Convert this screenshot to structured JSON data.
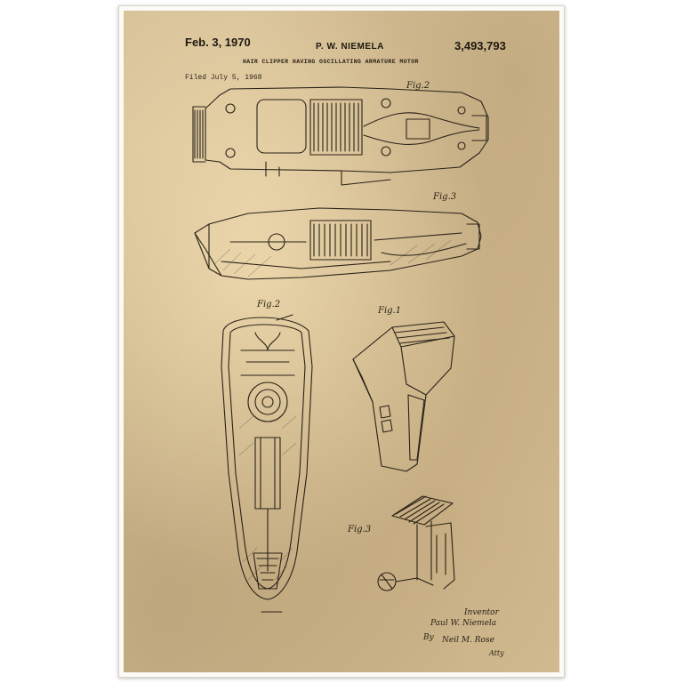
{
  "patent": {
    "date": "Feb. 3, 1970",
    "inventor": "P. W. NIEMELA",
    "number": "3,493,793",
    "title": "HAIR CLIPPER HAVING OSCILLATING ARMATURE MOTOR",
    "filed": "Filed July 5, 1968"
  },
  "figures": {
    "top_fig": "Fig.2",
    "side_fig": "Fig.3",
    "front_fig": "Fig.2",
    "perspective_fig": "Fig.1",
    "attachment_fig": "Fig.3"
  },
  "signature": {
    "label": "Inventor",
    "name": "Paul W. Niemela",
    "by": "By",
    "attorney": "Neil M. Rose",
    "atty": "Atty"
  },
  "colors": {
    "paper": "#d9c39a",
    "ink": "#2a2218"
  }
}
